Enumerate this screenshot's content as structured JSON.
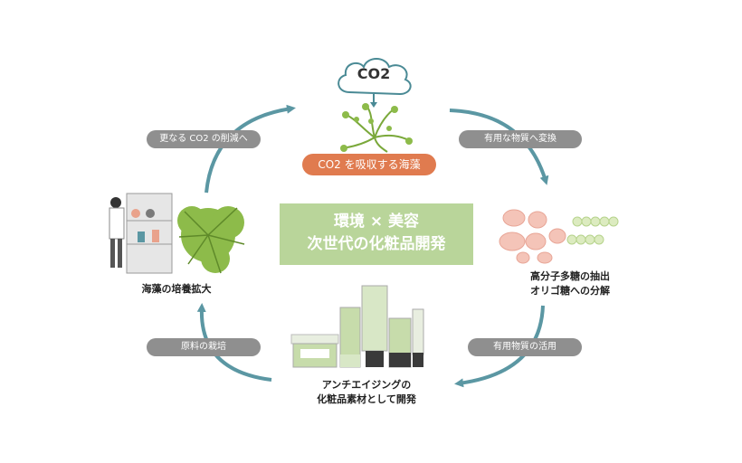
{
  "cloud": {
    "text": "CO2"
  },
  "seaweed_pill": {
    "text": "CO2 を吸収する海藻"
  },
  "center": {
    "line1": "環境 × 美容",
    "line2": "次世代の化粧品開発"
  },
  "arrow_labels": {
    "top_right": "有用な物質へ変換",
    "bottom_right": "有用物質の活用",
    "bottom_left": "原料の栽培",
    "top_left": "更なる CO2 の削減へ"
  },
  "labels": {
    "right_line1": "高分子多糖の抽出",
    "right_line2": "オリゴ糖への分解",
    "bottom_line1": "アンチエイジングの",
    "bottom_line2": "化粧品素材として開発",
    "left": "海藻の培養拡大"
  },
  "colors": {
    "arrow": "#5b97a3",
    "pill_gray": "#8f8f8f",
    "pill_orange": "#e07b4f",
    "center_box": "#b9d59a",
    "cloud_stroke": "#4a8a95",
    "seaweed": "#7aa83a"
  }
}
